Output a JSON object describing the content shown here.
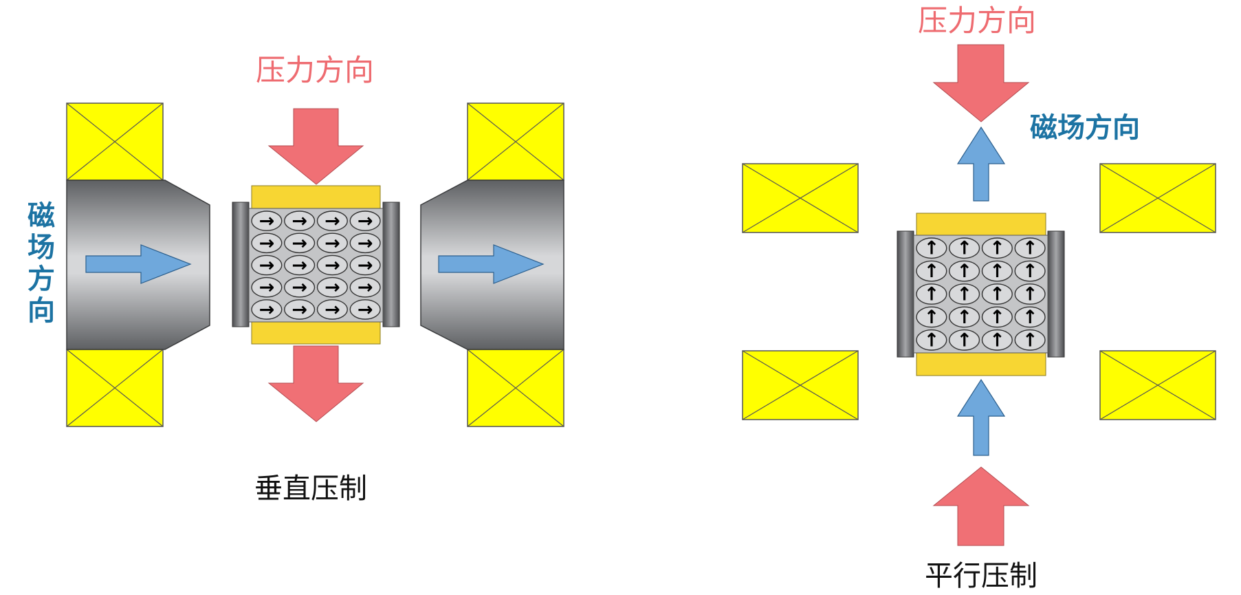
{
  "left_panel": {
    "pressure_label": "压力方向",
    "field_label": "磁场方向",
    "caption": "垂直压制",
    "grain_arrow": "→"
  },
  "right_panel": {
    "pressure_label": "压力方向",
    "field_label": "磁场方向",
    "caption": "平行压制",
    "grain_arrow": "↑"
  },
  "colors": {
    "coil": "#ffff00",
    "pressure_arrow": "#f07075",
    "field_arrow": "#6fa8dc",
    "punch": "#f7d633",
    "pressure_text": "#ee6b70",
    "field_text": "#1c73a3"
  }
}
